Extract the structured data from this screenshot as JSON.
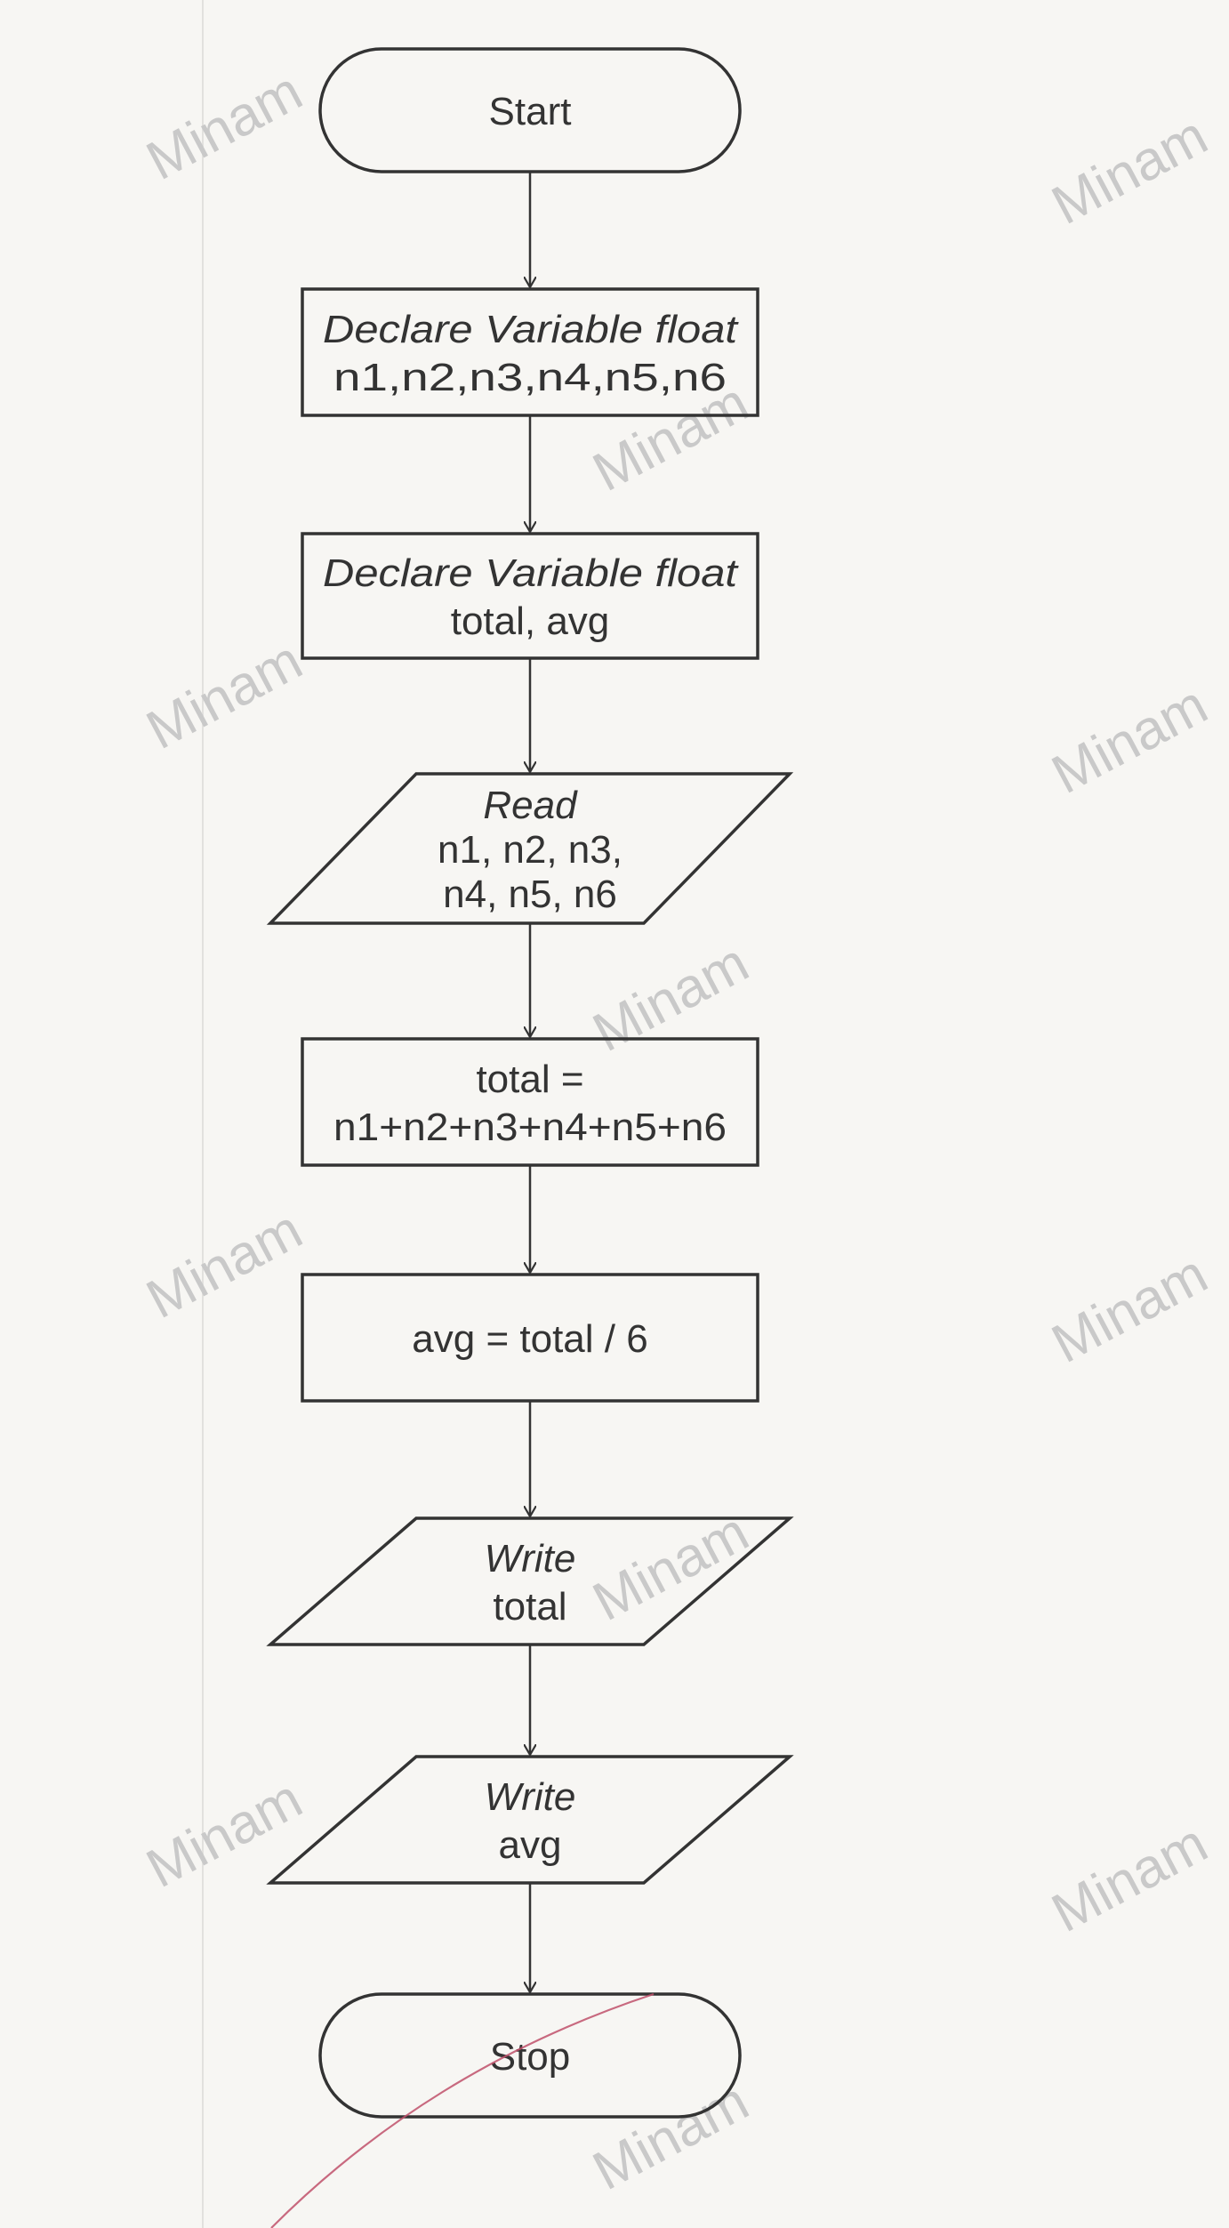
{
  "flowchart": {
    "nodes": [
      {
        "id": "start",
        "shape": "terminal",
        "lines": [
          {
            "text": "Start",
            "italic": false
          }
        ]
      },
      {
        "id": "declare1",
        "shape": "process",
        "lines": [
          {
            "text": "Declare Variable float",
            "italic": true
          },
          {
            "text": "n1,n2,n3,n4,n5,n6",
            "italic": false
          }
        ]
      },
      {
        "id": "declare2",
        "shape": "process",
        "lines": [
          {
            "text": "Declare Variable float",
            "italic": true
          },
          {
            "text": "total, avg",
            "italic": false
          }
        ]
      },
      {
        "id": "read",
        "shape": "io",
        "lines": [
          {
            "text": "Read",
            "italic": true
          },
          {
            "text": "n1, n2, n3,",
            "italic": false
          },
          {
            "text": "n4, n5, n6",
            "italic": false
          }
        ]
      },
      {
        "id": "total",
        "shape": "process",
        "lines": [
          {
            "text": "total =",
            "italic": false
          },
          {
            "text": "n1+n2+n3+n4+n5+n6",
            "italic": false
          }
        ]
      },
      {
        "id": "avg",
        "shape": "process",
        "lines": [
          {
            "text": "avg = total / 6",
            "italic": false
          }
        ]
      },
      {
        "id": "write_total",
        "shape": "io",
        "lines": [
          {
            "text": "Write",
            "italic": true
          },
          {
            "text": "total",
            "italic": false
          }
        ]
      },
      {
        "id": "write_avg",
        "shape": "io",
        "lines": [
          {
            "text": "Write",
            "italic": true
          },
          {
            "text": "avg",
            "italic": false
          }
        ]
      },
      {
        "id": "stop",
        "shape": "terminal",
        "lines": [
          {
            "text": "Stop",
            "italic": false
          }
        ]
      }
    ],
    "edges": [
      {
        "from": "start",
        "to": "declare1"
      },
      {
        "from": "declare1",
        "to": "declare2"
      },
      {
        "from": "declare2",
        "to": "read"
      },
      {
        "from": "read",
        "to": "total"
      },
      {
        "from": "total",
        "to": "avg"
      },
      {
        "from": "avg",
        "to": "write_total"
      },
      {
        "from": "write_total",
        "to": "write_avg"
      },
      {
        "from": "write_avg",
        "to": "stop"
      }
    ]
  },
  "watermark": {
    "text": "Minam",
    "color": "#c9c9c9"
  },
  "colors": {
    "stroke": "#333333",
    "background": "#f7f6f3",
    "pen_mark": "#c0506a"
  }
}
